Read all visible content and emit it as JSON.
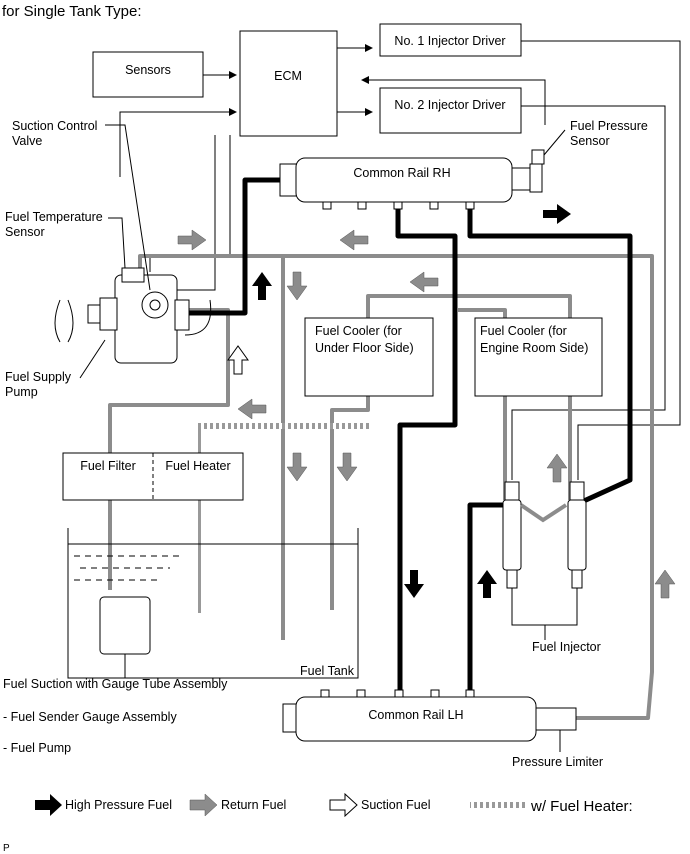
{
  "heading": "for Single Tank Type:",
  "components": {
    "sensors": "Sensors",
    "ecm": "ECM",
    "injector_driver_1": "No. 1 Injector Driver",
    "injector_driver_2": "No. 2 Injector Driver",
    "common_rail_rh": "Common Rail RH",
    "common_rail_lh": "Common Rail LH",
    "fuel_cooler_under_floor": [
      "Fuel Cooler (for",
      "Under Floor Side)"
    ],
    "fuel_cooler_engine_room": [
      "Fuel Cooler (for",
      "Engine Room Side)"
    ],
    "fuel_filter": "Fuel Filter",
    "fuel_heater": "Fuel Heater",
    "fuel_tank": "Fuel Tank",
    "fuel_injector": "Fuel Injector",
    "pressure_limiter": "Pressure Limiter"
  },
  "callouts": {
    "suction_control_valve": [
      "Suction Control",
      "Valve"
    ],
    "fuel_temperature_sensor": [
      "Fuel Temperature",
      "Sensor"
    ],
    "fuel_supply_pump": [
      "Fuel Supply",
      "Pump"
    ],
    "fuel_pressure_sensor": [
      "Fuel Pressure",
      "Sensor"
    ],
    "fuel_suction_assembly": "Fuel Suction with Gauge Tube Assembly",
    "fuel_sender_gauge": "- Fuel Sender Gauge Assembly",
    "fuel_pump": "- Fuel Pump"
  },
  "legend": {
    "high_pressure": "High Pressure Fuel",
    "return_fuel": "Return Fuel",
    "suction_fuel": "Suction Fuel",
    "fuel_heater_line": "w/ Fuel Heater:"
  },
  "footer_code": "P",
  "colors": {
    "high_pressure": "#000000",
    "return_line": "#8c8c8c",
    "return_arrow": "#8c8c8c",
    "wire": "#000000"
  }
}
